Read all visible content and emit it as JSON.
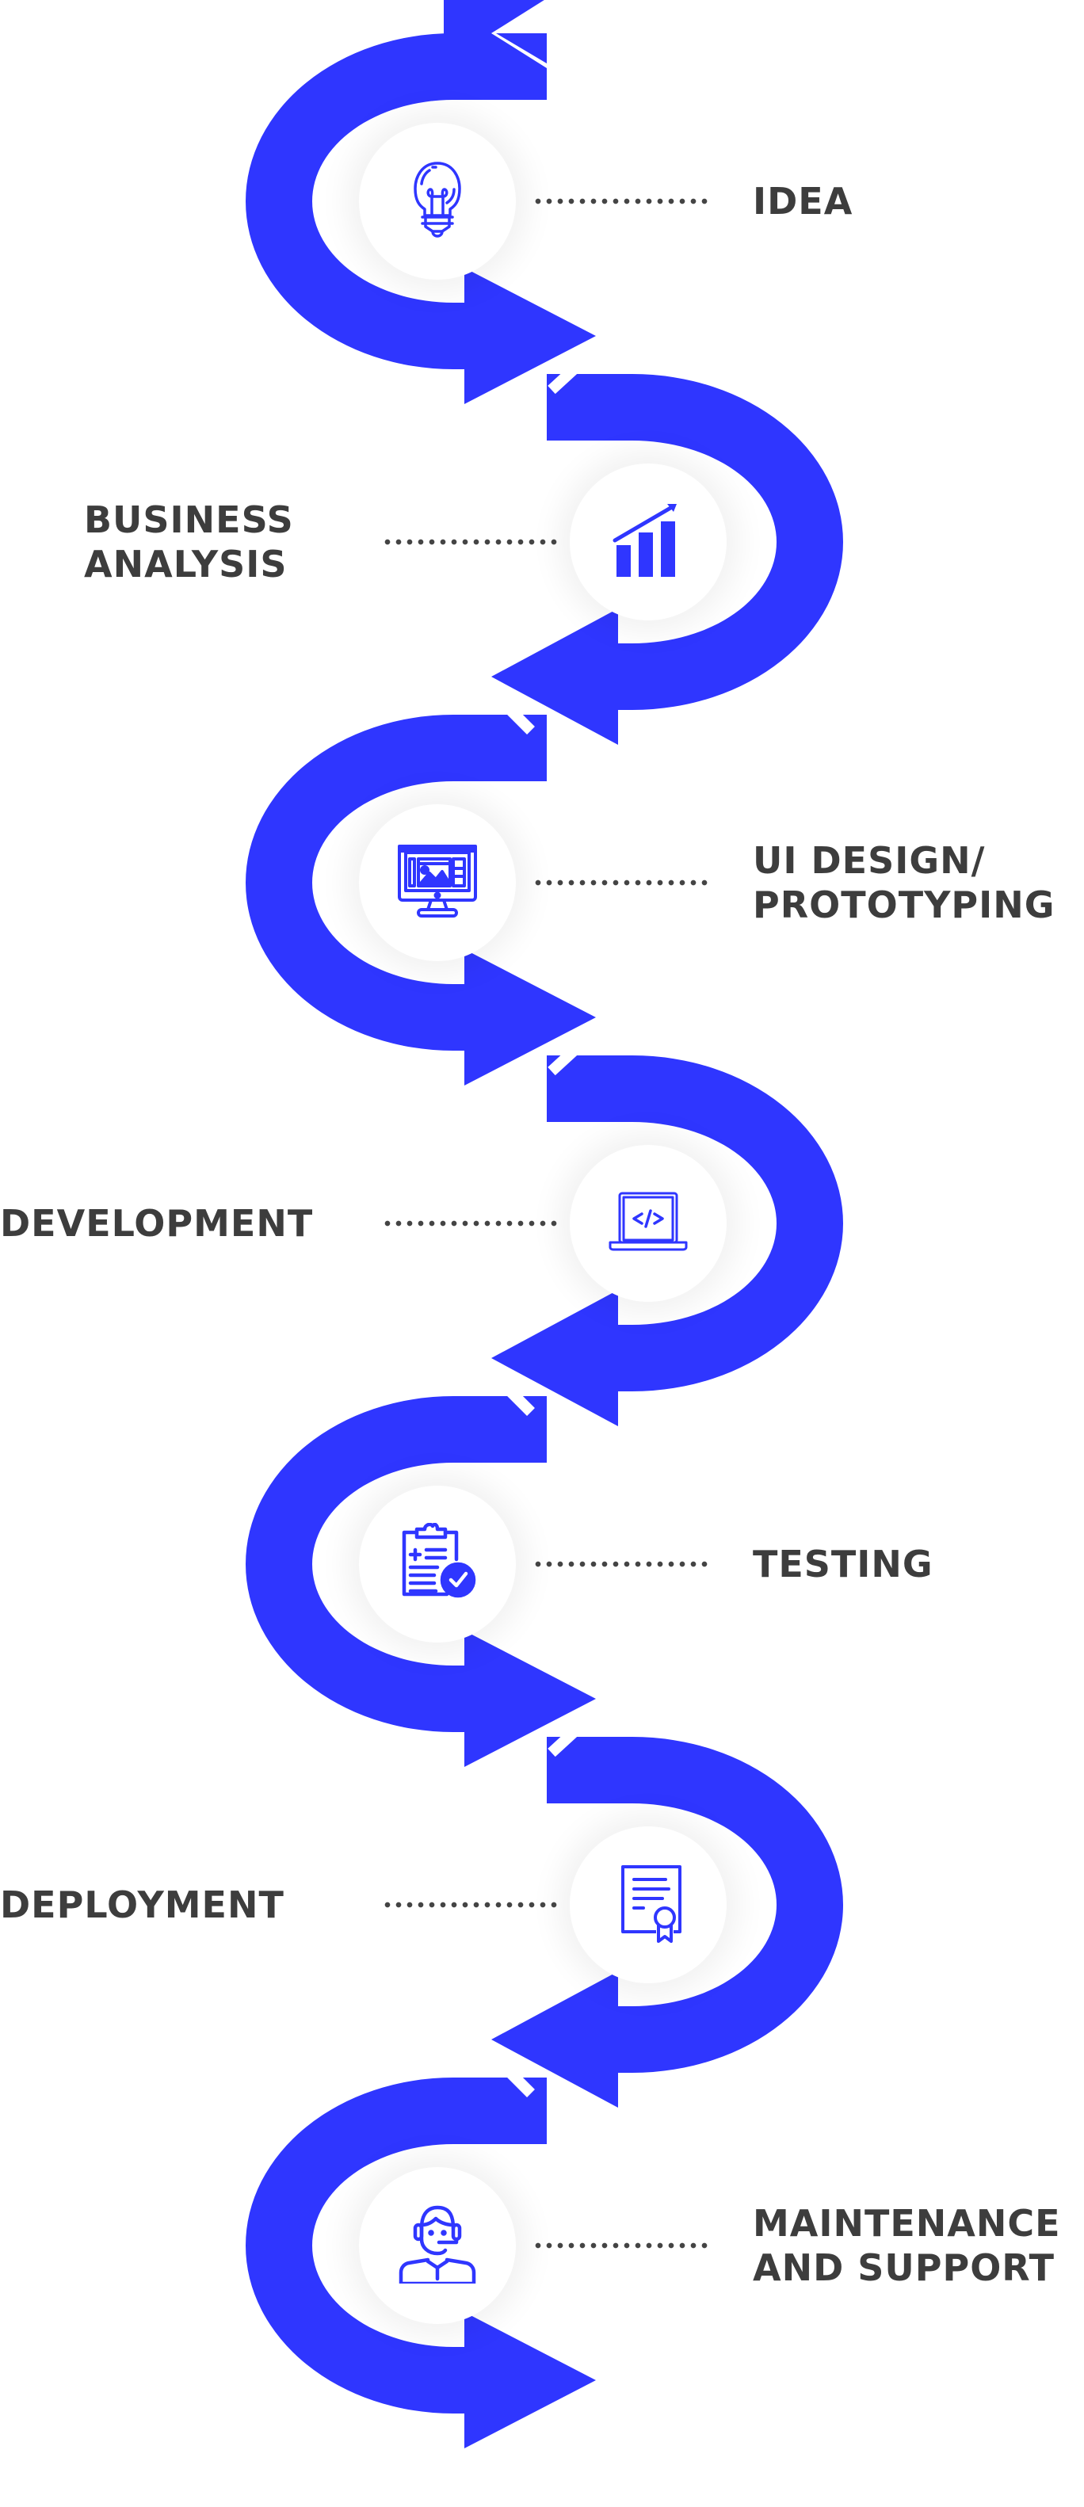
{
  "diagram": {
    "type": "process-flow",
    "accent_color": "#2f36ff",
    "text_color": "#3d3d3d",
    "steps": [
      {
        "order": 1,
        "label": "IDEA",
        "icon": "lightbulb-icon",
        "side": "right"
      },
      {
        "order": 2,
        "label": "BUSINESS\nANALYSIS",
        "icon": "bar-chart-growth-icon",
        "side": "left"
      },
      {
        "order": 3,
        "label": "UI DESIGN/\nPROTOTYPING",
        "icon": "monitor-design-icon",
        "side": "right"
      },
      {
        "order": 4,
        "label": "DEVELOPMENT",
        "icon": "laptop-code-icon",
        "side": "left"
      },
      {
        "order": 5,
        "label": "TESTING",
        "icon": "clipboard-check-icon",
        "side": "right"
      },
      {
        "order": 6,
        "label": "DEPLOYMENT",
        "icon": "certificate-icon",
        "side": "left"
      },
      {
        "order": 7,
        "label": "MAINTENANCE\nAND SUPPORT",
        "icon": "support-agent-icon",
        "side": "right"
      }
    ]
  }
}
